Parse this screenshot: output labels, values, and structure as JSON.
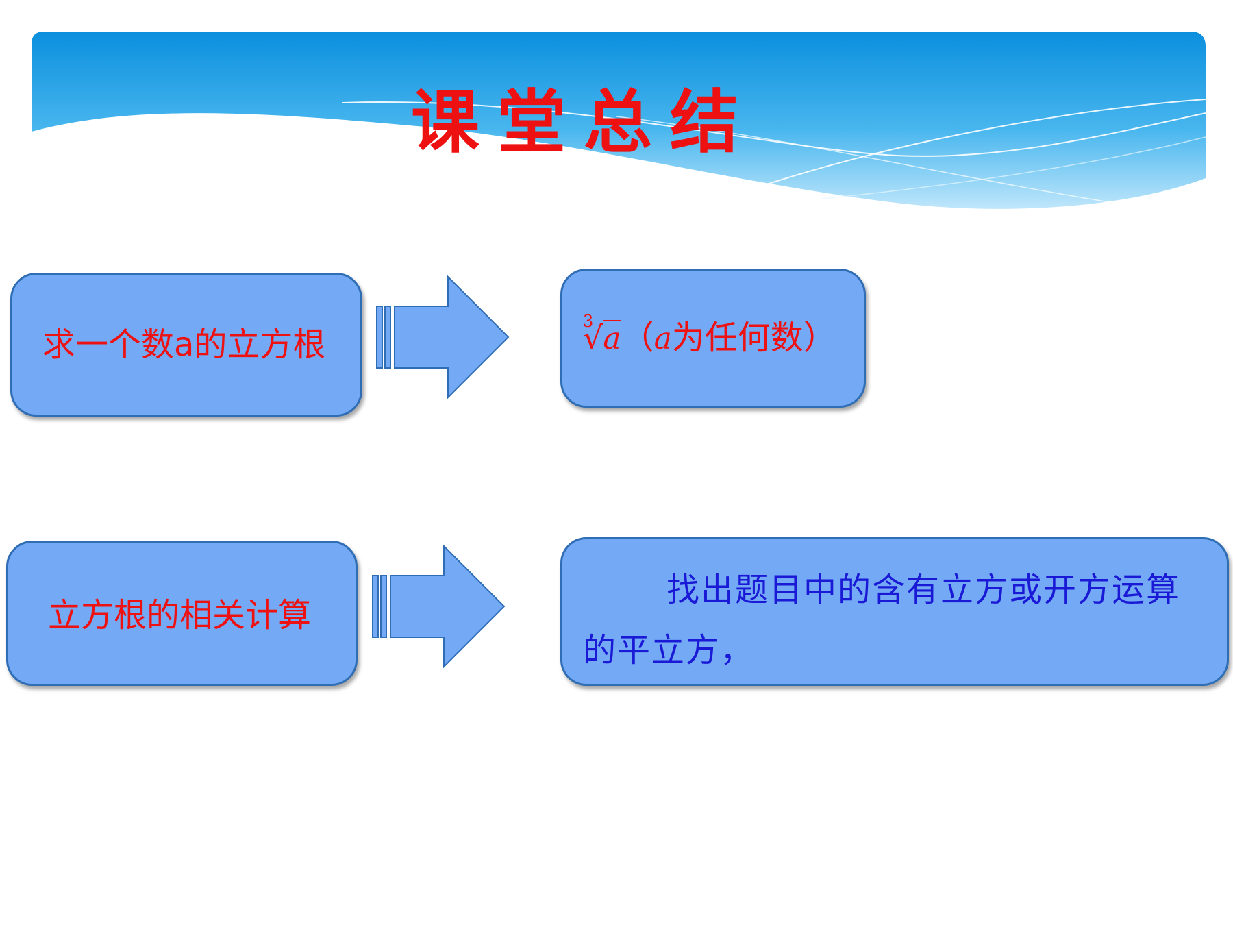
{
  "header": {
    "title": "课堂总结"
  },
  "rows": [
    {
      "left_label": "求一个数a的立方根",
      "right": {
        "root_index": "3",
        "radicand": "a",
        "paren_open": "（",
        "var": "a",
        "desc": "为任何数",
        "paren_close": "）"
      }
    },
    {
      "left_label": "立方根的相关计算",
      "right": {
        "line1": "找出题目中的含有立方或开方运算",
        "line2": "的平立方，"
      }
    }
  ],
  "colors": {
    "box_fill": "#74aaf5",
    "box_border": "#2f6db4",
    "label_red": "#ee1111",
    "text_blue": "#1a1ad6",
    "banner_blue": "#0b8fde"
  }
}
